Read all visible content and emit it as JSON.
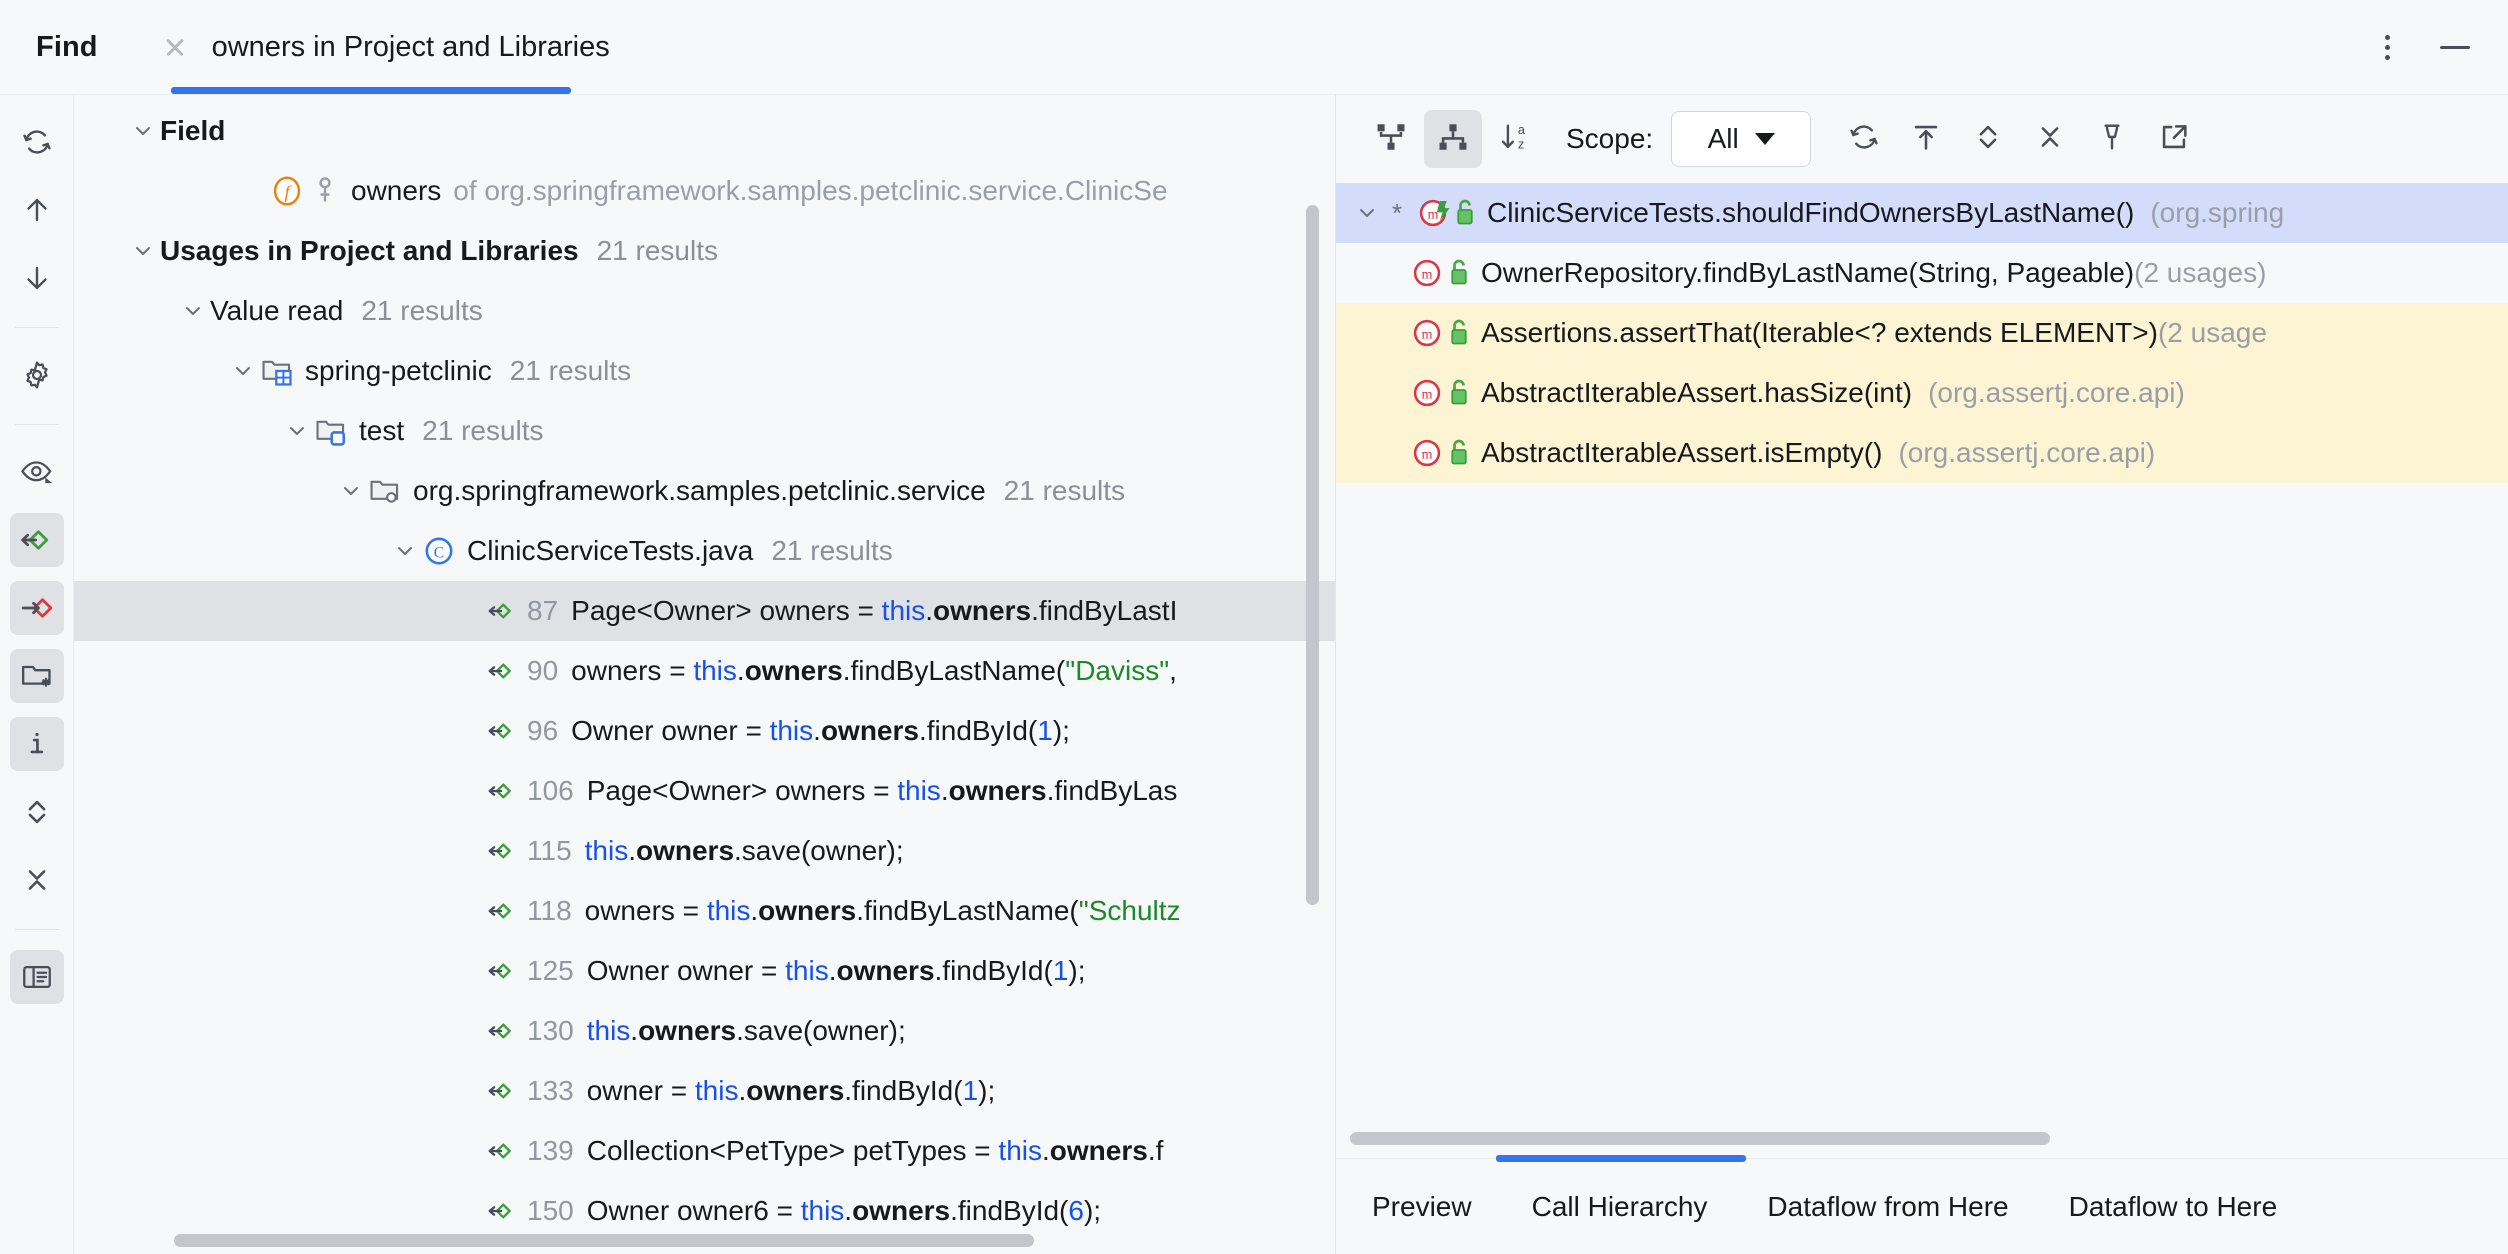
{
  "titlebar": {
    "app_label": "Find",
    "tab_title": "owners in Project and Libraries",
    "close_icon": "close-icon",
    "more_icon": "more-options-icon",
    "minimize_icon": "minimize-icon"
  },
  "rail": {
    "items": [
      {
        "name": "rerun-search",
        "icon": "refresh-icon",
        "active": false
      },
      {
        "name": "previous-occurrence",
        "icon": "arrow-up-icon",
        "active": false
      },
      {
        "name": "next-occurrence",
        "icon": "arrow-down-icon",
        "active": false
      },
      {
        "name": "settings",
        "icon": "gear-icon",
        "active": false
      },
      {
        "name": "preview-usages",
        "icon": "eye-icon",
        "active": false
      },
      {
        "name": "show-read-access",
        "icon": "read-access-icon",
        "active": true
      },
      {
        "name": "show-write-access",
        "icon": "write-access-icon",
        "active": true
      },
      {
        "name": "group-by-file-structure",
        "icon": "folder-star-icon",
        "active": true
      },
      {
        "name": "show-usage-info",
        "icon": "info-icon",
        "active": true
      },
      {
        "name": "expand-all",
        "icon": "expand-all-icon",
        "active": false
      },
      {
        "name": "collapse-all",
        "icon": "collapse-all-icon",
        "active": false
      },
      {
        "name": "toggle-preview-panel",
        "icon": "preview-panel-icon",
        "active": true
      }
    ]
  },
  "results": {
    "sections": [
      {
        "name": "field-section",
        "label": "Field",
        "expanded": true,
        "children": [
          {
            "name": "field-entry",
            "icon": "field-icon",
            "modifier_icon": "private-icon",
            "label": "owners",
            "detail": "of org.springframework.samples.petclinic.service.ClinicSe"
          }
        ]
      },
      {
        "name": "usages-section",
        "label": "Usages in Project and Libraries",
        "count": "21 results",
        "expanded": true
      }
    ],
    "tree": {
      "value_read": {
        "label": "Value read",
        "count": "21 results"
      },
      "module": {
        "label": "spring-petclinic",
        "count": "21 results",
        "icon": "module-folder-icon"
      },
      "source_root": {
        "label": "test",
        "count": "21 results",
        "icon": "test-source-folder-icon"
      },
      "package": {
        "label": "org.springframework.samples.petclinic.service",
        "count": "21 results",
        "icon": "package-icon"
      },
      "file": {
        "label": "ClinicServiceTests.java",
        "count": "21 results",
        "icon": "java-class-icon"
      }
    },
    "occurrences": [
      {
        "line": "87",
        "selected": true,
        "parts": [
          {
            "t": "Page<Owner> owners = ",
            "k": "plain"
          },
          {
            "t": "this",
            "k": "kw"
          },
          {
            "t": ".",
            "k": "plain"
          },
          {
            "t": "owners",
            "k": "field"
          },
          {
            "t": ".findByLastI",
            "k": "plain"
          }
        ]
      },
      {
        "line": "90",
        "selected": false,
        "parts": [
          {
            "t": "owners = ",
            "k": "plain"
          },
          {
            "t": "this",
            "k": "kw"
          },
          {
            "t": ".",
            "k": "plain"
          },
          {
            "t": "owners",
            "k": "field"
          },
          {
            "t": ".findByLastName(",
            "k": "plain"
          },
          {
            "t": "\"Daviss\"",
            "k": "str"
          },
          {
            "t": ",",
            "k": "plain"
          }
        ]
      },
      {
        "line": "96",
        "selected": false,
        "parts": [
          {
            "t": "Owner owner = ",
            "k": "plain"
          },
          {
            "t": "this",
            "k": "kw"
          },
          {
            "t": ".",
            "k": "plain"
          },
          {
            "t": "owners",
            "k": "field"
          },
          {
            "t": ".findById(",
            "k": "plain"
          },
          {
            "t": "1",
            "k": "num"
          },
          {
            "t": ");",
            "k": "plain"
          }
        ]
      },
      {
        "line": "106",
        "selected": false,
        "parts": [
          {
            "t": "Page<Owner> owners = ",
            "k": "plain"
          },
          {
            "t": "this",
            "k": "kw"
          },
          {
            "t": ".",
            "k": "plain"
          },
          {
            "t": "owners",
            "k": "field"
          },
          {
            "t": ".findByLas",
            "k": "plain"
          }
        ]
      },
      {
        "line": "115",
        "selected": false,
        "parts": [
          {
            "t": "this",
            "k": "kw"
          },
          {
            "t": ".",
            "k": "plain"
          },
          {
            "t": "owners",
            "k": "field"
          },
          {
            "t": ".save(owner);",
            "k": "plain"
          }
        ]
      },
      {
        "line": "118",
        "selected": false,
        "parts": [
          {
            "t": "owners = ",
            "k": "plain"
          },
          {
            "t": "this",
            "k": "kw"
          },
          {
            "t": ".",
            "k": "plain"
          },
          {
            "t": "owners",
            "k": "field"
          },
          {
            "t": ".findByLastName(",
            "k": "plain"
          },
          {
            "t": "\"Schultz",
            "k": "str"
          }
        ]
      },
      {
        "line": "125",
        "selected": false,
        "parts": [
          {
            "t": "Owner owner = ",
            "k": "plain"
          },
          {
            "t": "this",
            "k": "kw"
          },
          {
            "t": ".",
            "k": "plain"
          },
          {
            "t": "owners",
            "k": "field"
          },
          {
            "t": ".findById(",
            "k": "plain"
          },
          {
            "t": "1",
            "k": "num"
          },
          {
            "t": ");",
            "k": "plain"
          }
        ]
      },
      {
        "line": "130",
        "selected": false,
        "parts": [
          {
            "t": "this",
            "k": "kw"
          },
          {
            "t": ".",
            "k": "plain"
          },
          {
            "t": "owners",
            "k": "field"
          },
          {
            "t": ".save(owner);",
            "k": "plain"
          }
        ]
      },
      {
        "line": "133",
        "selected": false,
        "parts": [
          {
            "t": "owner = ",
            "k": "plain"
          },
          {
            "t": "this",
            "k": "kw"
          },
          {
            "t": ".",
            "k": "plain"
          },
          {
            "t": "owners",
            "k": "field"
          },
          {
            "t": ".findById(",
            "k": "plain"
          },
          {
            "t": "1",
            "k": "num"
          },
          {
            "t": ");",
            "k": "plain"
          }
        ]
      },
      {
        "line": "139",
        "selected": false,
        "parts": [
          {
            "t": "Collection<PetType> petTypes = ",
            "k": "plain"
          },
          {
            "t": "this",
            "k": "kw"
          },
          {
            "t": ".",
            "k": "plain"
          },
          {
            "t": "owners",
            "k": "field"
          },
          {
            "t": ".f",
            "k": "plain"
          }
        ]
      },
      {
        "line": "150",
        "selected": false,
        "parts": [
          {
            "t": "Owner owner6 = ",
            "k": "plain"
          },
          {
            "t": "this",
            "k": "kw"
          },
          {
            "t": ".",
            "k": "plain"
          },
          {
            "t": "owners",
            "k": "field"
          },
          {
            "t": ".findById(",
            "k": "plain"
          },
          {
            "t": "6",
            "k": "num"
          },
          {
            "t": ");",
            "k": "plain"
          }
        ]
      }
    ]
  },
  "right": {
    "toolbar": {
      "callers_icon": "callee-hierarchy-icon",
      "callees_icon": "caller-hierarchy-icon",
      "sort_icon": "sort-alphabetically-icon",
      "scope_label": "Scope:",
      "scope_value": "All",
      "refresh_icon": "refresh-icon",
      "export_icon": "export-to-textfile-icon",
      "expand_icon": "expand-all-icon",
      "collapse_icon": "collapse-all-icon",
      "pin_icon": "pin-tab-icon",
      "open_icon": "open-in-new-window-icon"
    },
    "hierarchy": [
      {
        "name": "hierarchy-root",
        "expanded": true,
        "star": "*",
        "icon": "method-icon",
        "access_icon": "public-icon",
        "label": "ClinicServiceTests.shouldFindOwnersByLastName()",
        "package": "(org.spring",
        "usages": "",
        "state": "selected"
      },
      {
        "name": "hierarchy-child-1",
        "expanded": false,
        "icon": "method-icon",
        "access_icon": "public-icon",
        "label": "OwnerRepository.findByLastName(String, Pageable)",
        "package": "",
        "usages": "(2 usages)",
        "state": "normal"
      },
      {
        "name": "hierarchy-child-2",
        "expanded": false,
        "icon": "method-icon",
        "access_icon": "public-icon",
        "label": "Assertions.assertThat(Iterable<? extends ELEMENT>)",
        "package": "",
        "usages": "(2 usage",
        "state": "highlight"
      },
      {
        "name": "hierarchy-child-3",
        "expanded": false,
        "icon": "method-icon",
        "access_icon": "public-icon",
        "label": "AbstractIterableAssert.hasSize(int)",
        "package": "(org.assertj.core.api)",
        "usages": "",
        "state": "highlight"
      },
      {
        "name": "hierarchy-child-4",
        "expanded": false,
        "icon": "method-icon",
        "access_icon": "public-icon",
        "label": "AbstractIterableAssert.isEmpty()",
        "package": "(org.assertj.core.api)",
        "usages": "",
        "state": "highlight"
      }
    ],
    "tabs": [
      {
        "name": "tab-preview",
        "label": "Preview",
        "active": false
      },
      {
        "name": "tab-call-hierarchy",
        "label": "Call Hierarchy",
        "active": true
      },
      {
        "name": "tab-dataflow-from-here",
        "label": "Dataflow from Here",
        "active": false
      },
      {
        "name": "tab-dataflow-to-here",
        "label": "Dataflow to Here",
        "active": false
      }
    ]
  },
  "colors": {
    "accent": "#3574f0",
    "selection": "#dfe1e5",
    "hierarchy_selection": "#d4dcfb",
    "hierarchy_highlight": "#fdf4d4",
    "keyword": "#1750eb",
    "string": "#1a8a28",
    "muted": "#9a9ea6"
  }
}
